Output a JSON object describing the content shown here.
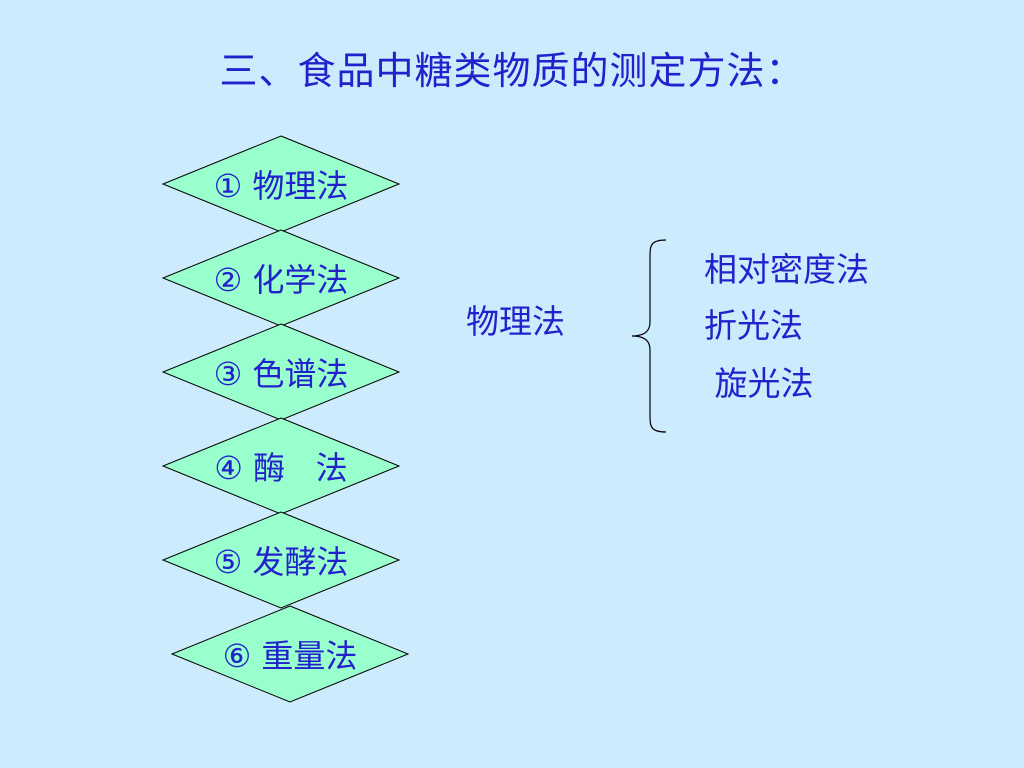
{
  "slide": {
    "title": "三、食品中糖类物质的测定方法：",
    "methods": [
      {
        "label": "① 物理法"
      },
      {
        "label": "② 化学法"
      },
      {
        "label": "③ 色谱法"
      },
      {
        "label": "④ 酶   法"
      },
      {
        "label": "⑤ 发酵法"
      },
      {
        "label": "⑥ 重量法"
      }
    ],
    "physical": {
      "label": "物理法",
      "items": [
        "相对密度法",
        "折光法",
        " 旋光法"
      ]
    }
  },
  "colors": {
    "background": "#CCEBFC",
    "diamond_fill": "#99FFCC",
    "diamond_stroke": "#000000",
    "text": "#2222CC"
  }
}
